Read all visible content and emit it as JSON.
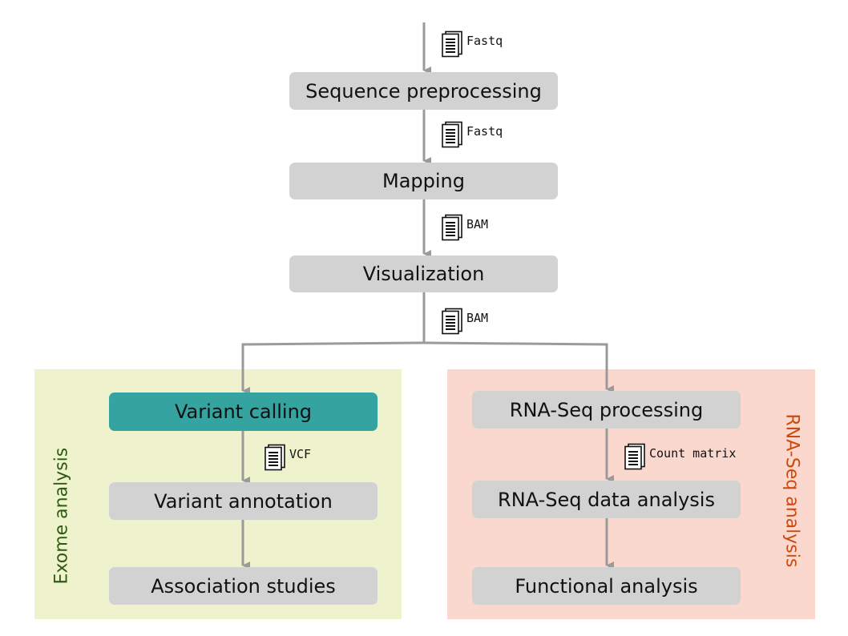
{
  "colors": {
    "step_bg": "#d2d2d2",
    "step_active_bg": "#35a39f",
    "connector": "#9a9a9a",
    "exome_panel_bg": "#eef3cd",
    "exome_label": "#2e5a12",
    "rna_panel_bg": "#fbd8cd",
    "rna_label": "#cc4a10"
  },
  "main_steps": {
    "preprocessing": "Sequence preprocessing",
    "mapping": "Mapping",
    "visualization": "Visualization"
  },
  "files": {
    "input": "Fastq",
    "after_preprocessing": "Fastq",
    "after_mapping": "BAM",
    "after_visualization": "BAM",
    "after_variant_calling": "VCF",
    "after_rnaseq_processing": "Count matrix"
  },
  "exome": {
    "label": "Exome analysis",
    "steps": {
      "variant_calling": "Variant calling",
      "variant_annotation": "Variant annotation",
      "association_studies": "Association studies"
    }
  },
  "rnaseq": {
    "label": "RNA-Seq analysis",
    "steps": {
      "processing": "RNA-Seq processing",
      "data_analysis": "RNA-Seq data analysis",
      "functional_analysis": "Functional analysis"
    }
  },
  "icons": {
    "file": "document-icon",
    "arrow": "arrow-down-icon"
  }
}
